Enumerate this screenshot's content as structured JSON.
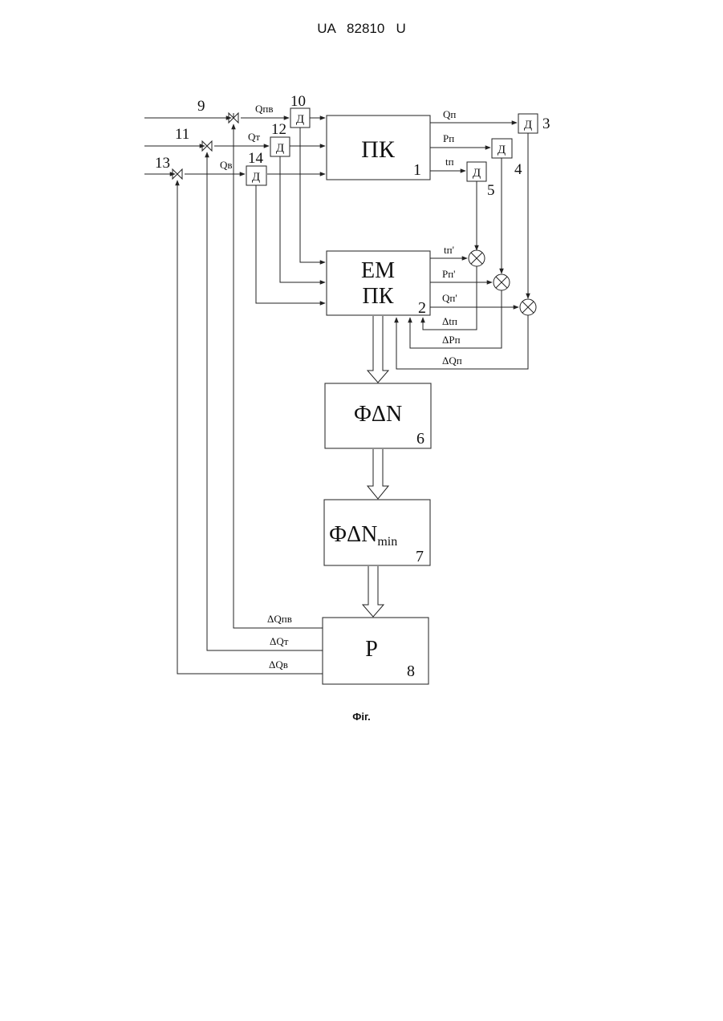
{
  "header": "UA   82810   U",
  "caption": "Фіг.",
  "blocks": {
    "pk": {
      "label": "ПК",
      "num": "1"
    },
    "empk": {
      "label1": "ЕМ",
      "label2": "ПК",
      "num": "2"
    },
    "fdn": {
      "label": "ФΔN",
      "num": "6"
    },
    "fdnmin": {
      "label": "ФΔN",
      "sub": "min",
      "num": "7"
    },
    "p": {
      "label": "Р",
      "num": "8"
    }
  },
  "sensor_label": "Д",
  "numbers": {
    "n3": "3",
    "n4": "4",
    "n5": "5",
    "n9": "9",
    "n10": "10",
    "n11": "11",
    "n12": "12",
    "n13": "13",
    "n14": "14"
  },
  "signals": {
    "qpv": "Qпв",
    "qt": "Qт",
    "qv": "Qв",
    "qp": "Qп",
    "pp": "Рп",
    "tp": "tп",
    "tp2": "tп'",
    "pp2": "Рп'",
    "qp2": "Qп'",
    "dtp": "Δtп",
    "dpp": "ΔРп",
    "dqp": "ΔQп",
    "dqpv": "ΔQпв",
    "dqt": "ΔQт",
    "dqv": "ΔQв"
  }
}
